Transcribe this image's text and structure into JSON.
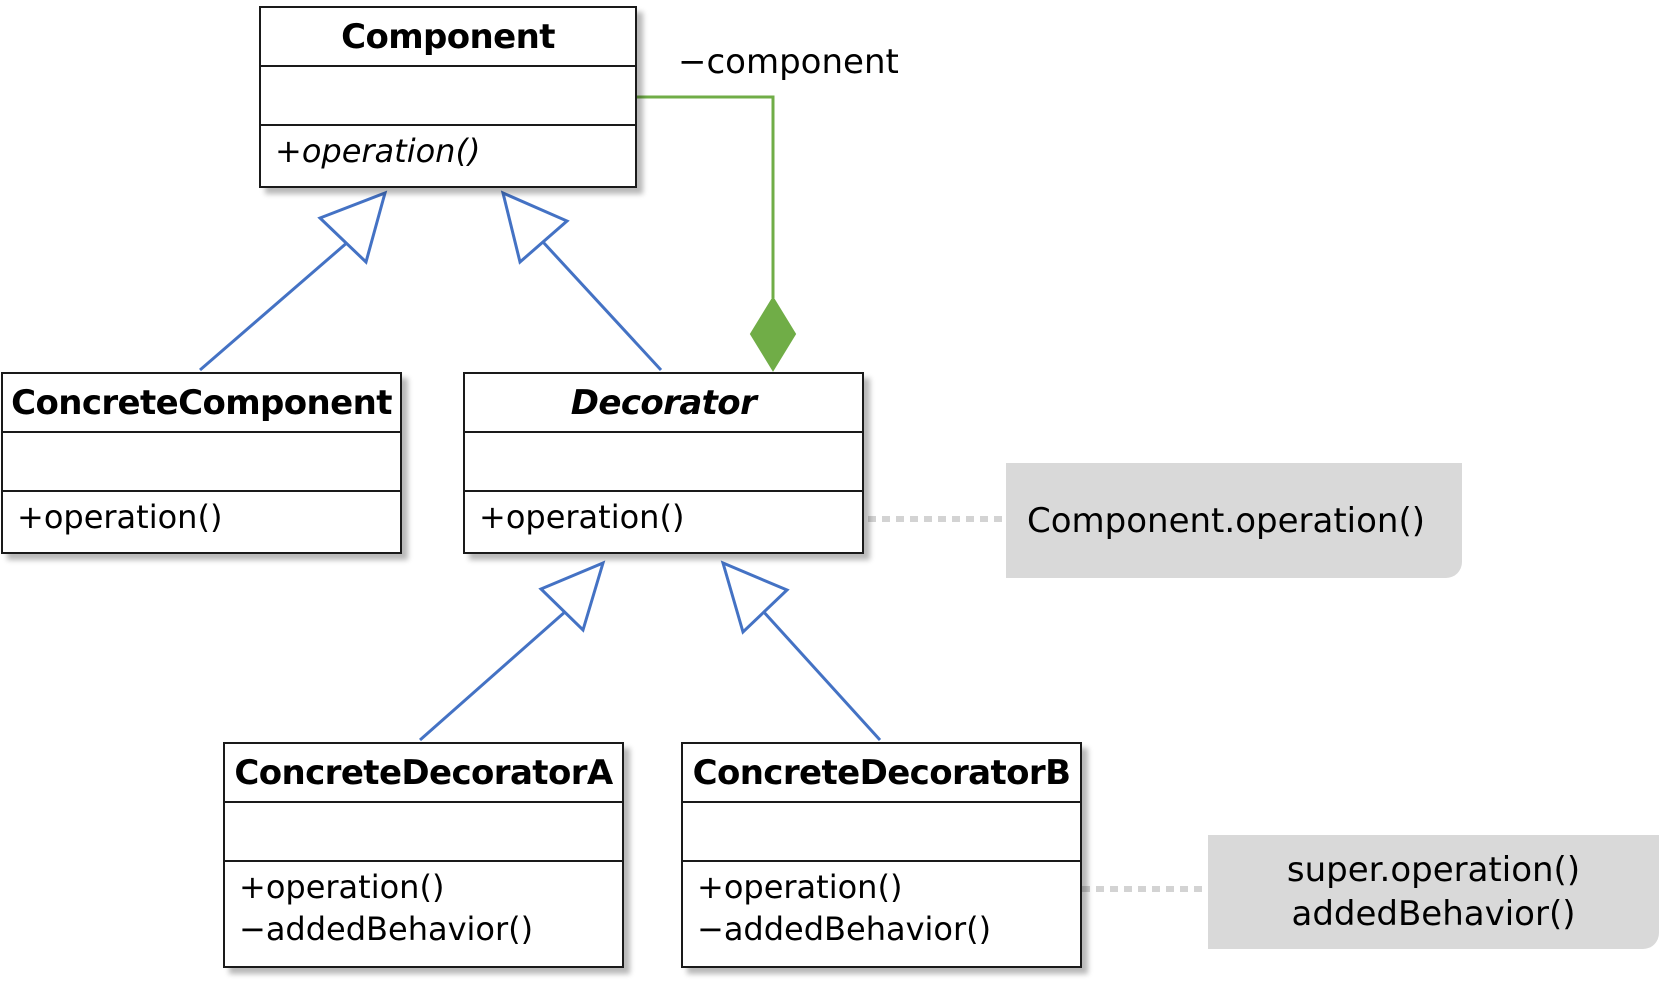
{
  "colors": {
    "generalization": "#4472c4",
    "composition": "#70ad47",
    "note_fill": "#d9d9d9",
    "note_link": "#d3d3d3"
  },
  "classes": {
    "component": {
      "name": "Component",
      "operations": [
        "+operation()"
      ],
      "abstract_operations": true
    },
    "concrete_component": {
      "name": "ConcreteComponent",
      "operations": [
        "+operation()"
      ]
    },
    "decorator": {
      "name": "Decorator",
      "abstract": true,
      "operations": [
        "+operation()"
      ]
    },
    "concrete_decorator_a": {
      "name": "ConcreteDecoratorA",
      "operations": [
        "+operation()",
        "−addedBehavior()"
      ]
    },
    "concrete_decorator_b": {
      "name": "ConcreteDecoratorB",
      "operations": [
        "+operation()",
        "−addedBehavior()"
      ]
    }
  },
  "association": {
    "role": "−component",
    "type": "composition",
    "from": "Decorator",
    "to": "Component"
  },
  "generalizations": [
    {
      "child": "ConcreteComponent",
      "parent": "Component"
    },
    {
      "child": "Decorator",
      "parent": "Component"
    },
    {
      "child": "ConcreteDecoratorA",
      "parent": "Decorator"
    },
    {
      "child": "ConcreteDecoratorB",
      "parent": "Decorator"
    }
  ],
  "notes": [
    {
      "attached_to": "Decorator.operation",
      "lines": [
        "Component.operation()"
      ]
    },
    {
      "attached_to": "ConcreteDecoratorB.operation",
      "lines": [
        "super.operation()",
        "addedBehavior()"
      ]
    }
  ]
}
